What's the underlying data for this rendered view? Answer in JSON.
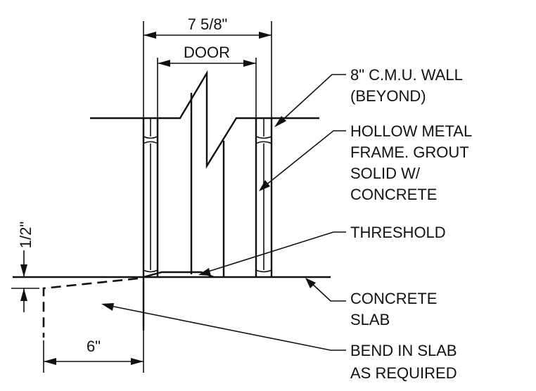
{
  "dimensions": {
    "overall_width": "7 5/8\"",
    "door": "DOOR",
    "setback": "6\"",
    "drop": "1/2\""
  },
  "labels": {
    "wall_line1": "8\" C.M.U. WALL",
    "wall_line2": "(BEYOND)",
    "frame_line1": "HOLLOW METAL",
    "frame_line2": "FRAME.  GROUT",
    "frame_line3": "SOLID W/",
    "frame_line4": "CONCRETE",
    "threshold": "THRESHOLD",
    "slab_line1": "CONCRETE",
    "slab_line2": "SLAB",
    "bend_line1": "BEND IN SLAB",
    "bend_line2": "AS REQUIRED"
  }
}
